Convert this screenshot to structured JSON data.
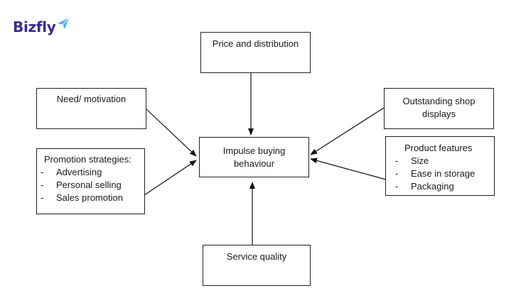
{
  "brand": {
    "name": "Bizfly",
    "accent": "#3b2b8f",
    "plane_color": "#3fb6e8"
  },
  "diagram": {
    "center": {
      "line1": "Impulse buying",
      "line2": "behaviour"
    },
    "price": "Price and distribution",
    "need": "Need/ motivation",
    "promotion": {
      "title": "Promotion strategies:",
      "items": [
        "Advertising",
        "Personal selling",
        "Sales promotion"
      ]
    },
    "displays": {
      "line1": "Outstanding shop",
      "line2": "displays"
    },
    "product": {
      "title": "Product features",
      "items": [
        "Size",
        "Ease in storage",
        "Packaging"
      ]
    },
    "service": "Service quality"
  }
}
